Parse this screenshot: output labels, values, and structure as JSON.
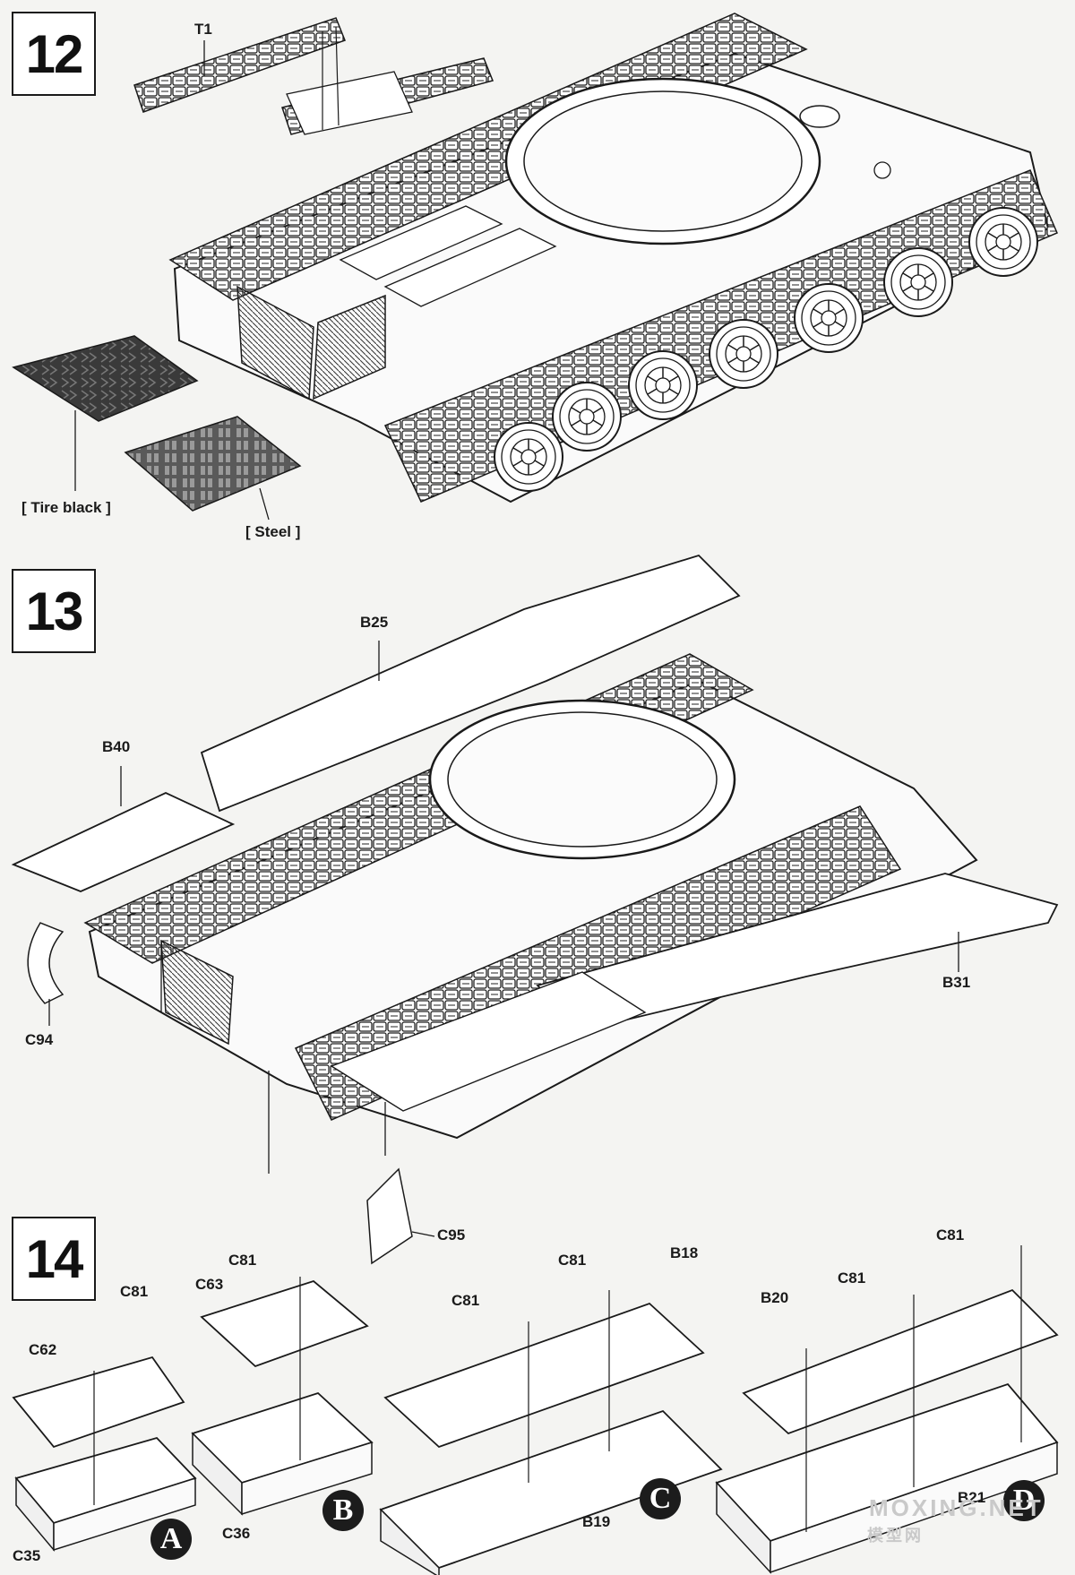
{
  "steps": [
    {
      "number": "12"
    },
    {
      "number": "13"
    },
    {
      "number": "14"
    }
  ],
  "step12": {
    "track_part": "T1",
    "paint_tire": "[ Tire black ]",
    "paint_steel": "[ Steel ]"
  },
  "step13": {
    "parts": {
      "b25": "B25",
      "b40": "B40",
      "c94": "C94",
      "b31": "B31",
      "c95": "C95"
    }
  },
  "step14": {
    "a": {
      "letter": "A",
      "lid": "C62",
      "handle": "C81",
      "box": "C35"
    },
    "b": {
      "letter": "B",
      "lid": "C63",
      "handle": "C81",
      "box": "C36"
    },
    "c": {
      "letter": "C",
      "lid": "B18",
      "handle1": "C81",
      "handle2": "C81",
      "box": "B19"
    },
    "d": {
      "letter": "D",
      "lid": "B20",
      "handle1": "C81",
      "handle2": "C81",
      "box": "B21"
    }
  },
  "watermark": {
    "latin": "MOXING.NET",
    "cjk": "模型网"
  },
  "colors": {
    "ink": "#1a1a1a",
    "paper": "#f4f4f2",
    "track_dark": "#3a3a3a",
    "track_steel": "#5a5a5a"
  }
}
